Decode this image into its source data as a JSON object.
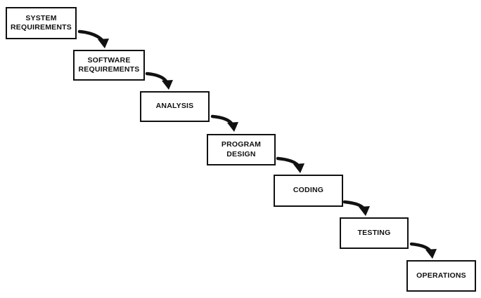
{
  "diagram": {
    "stages": [
      {
        "id": "system-requirements",
        "label": "SYSTEM\nREQUIREMENTS"
      },
      {
        "id": "software-requirements",
        "label": "SOFTWARE\nREQUIREMENTS"
      },
      {
        "id": "analysis",
        "label": "ANALYSIS"
      },
      {
        "id": "program-design",
        "label": "PROGRAM\nDESIGN"
      },
      {
        "id": "coding",
        "label": "CODING"
      },
      {
        "id": "testing",
        "label": "TESTING"
      },
      {
        "id": "operations",
        "label": "OPERATIONS"
      }
    ],
    "connections": [
      {
        "from": "system-requirements",
        "to": "software-requirements"
      },
      {
        "from": "software-requirements",
        "to": "analysis"
      },
      {
        "from": "analysis",
        "to": "program-design"
      },
      {
        "from": "program-design",
        "to": "coding"
      },
      {
        "from": "coding",
        "to": "testing"
      },
      {
        "from": "testing",
        "to": "operations"
      }
    ],
    "colors": {
      "stroke": "#111111",
      "text": "#111111",
      "background": "#ffffff"
    }
  }
}
